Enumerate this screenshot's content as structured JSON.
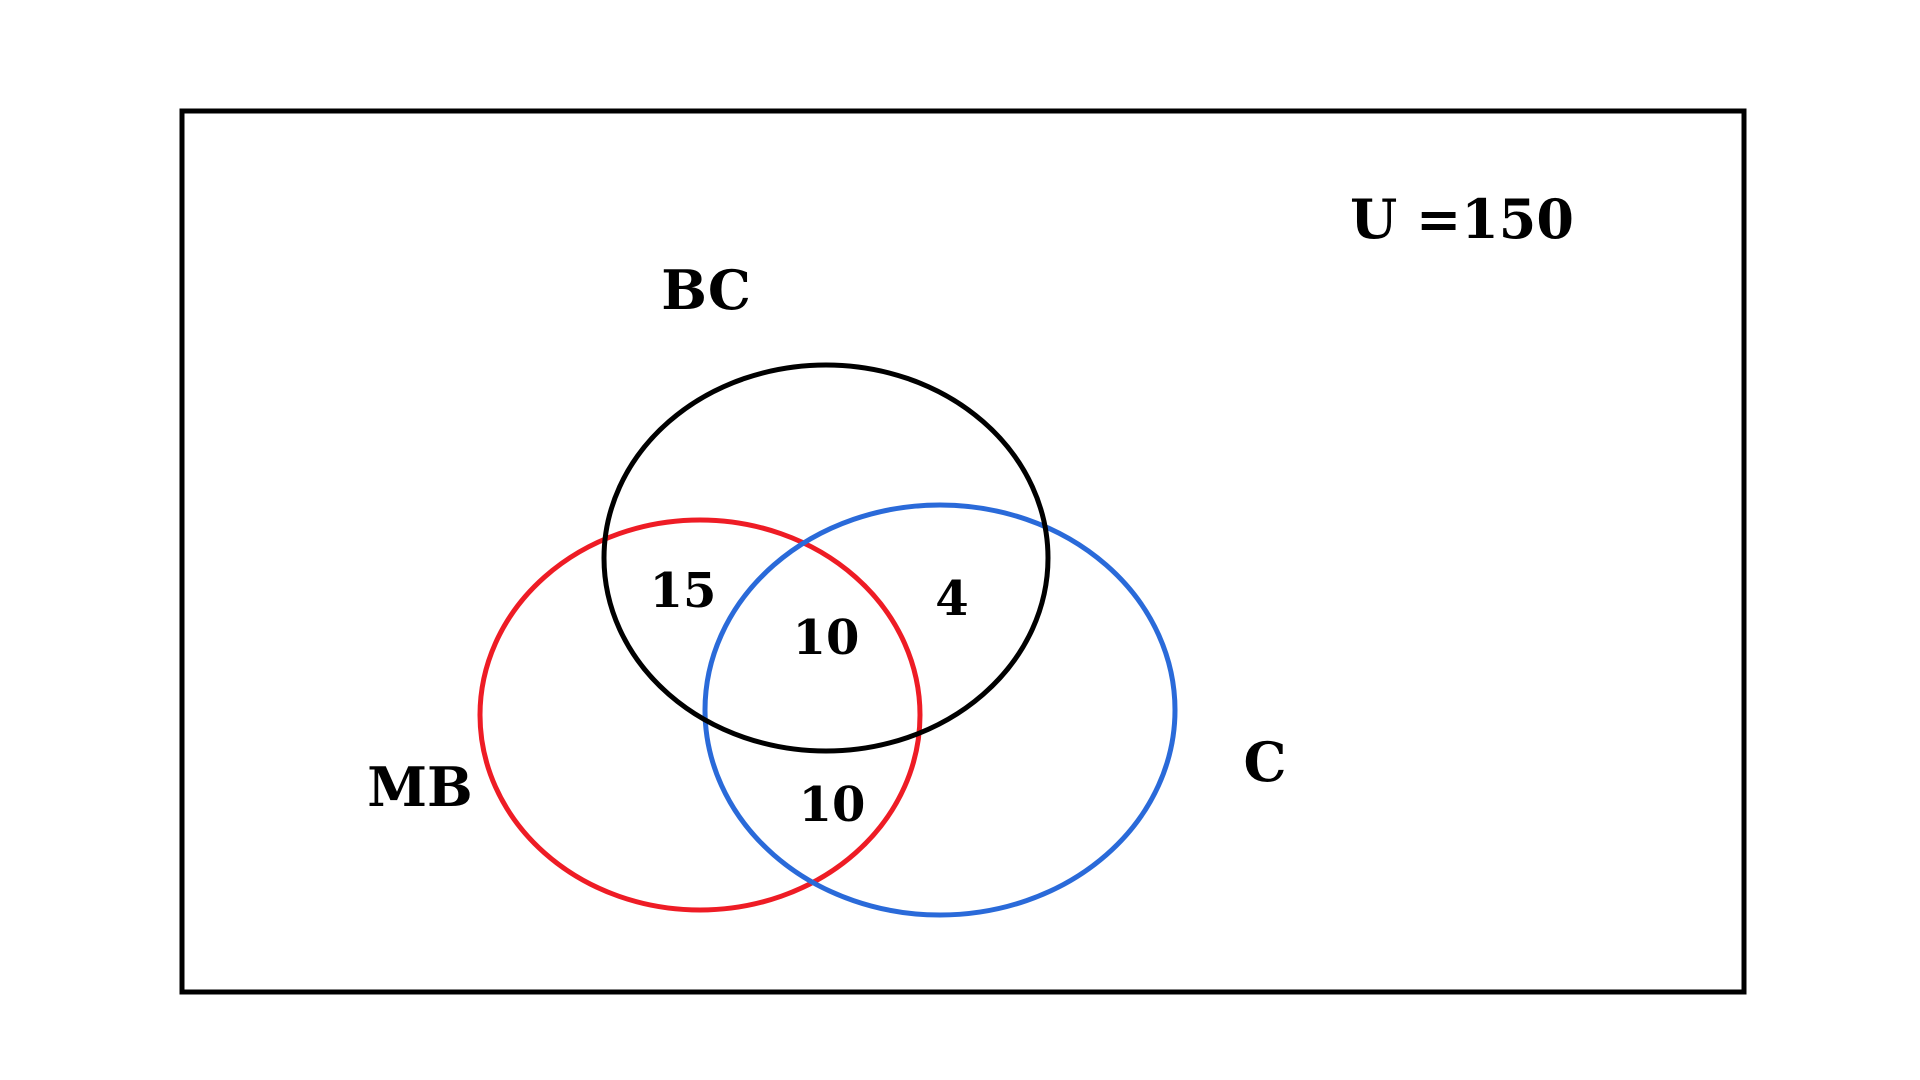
{
  "universe": {
    "label": "U =150"
  },
  "sets": [
    {
      "id": "bc",
      "label": "BC",
      "color": "#000000"
    },
    {
      "id": "mb",
      "label": "MB",
      "color": "#ee1c25"
    },
    {
      "id": "c",
      "label": "C",
      "color": "#2a6ad9"
    }
  ],
  "regions": {
    "mb_bc_only": "15",
    "bc_c_only": "4",
    "all_three": "10",
    "mb_c_only": "10"
  },
  "colors": {
    "background": "#ffffff",
    "frame": "#000000"
  }
}
